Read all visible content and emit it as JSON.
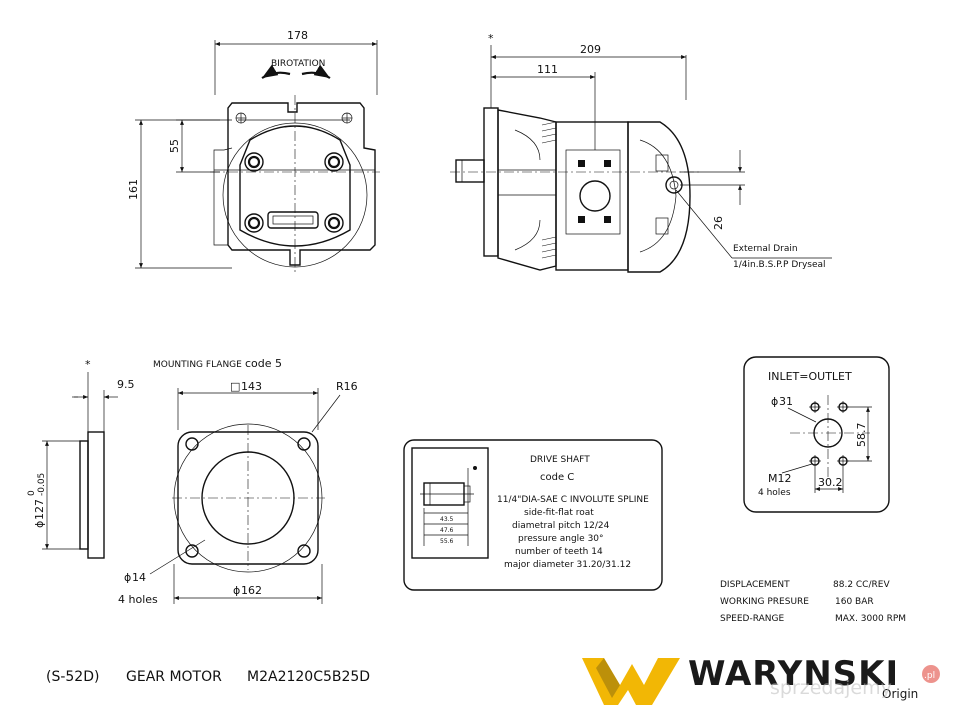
{
  "front_view": {
    "width_dim": "178",
    "height_dim": "161",
    "offset_dim": "55",
    "rotation_label": "BIROTATION"
  },
  "side_view": {
    "dim_total": "209",
    "dim_partial": "111",
    "dim_drain": "26",
    "drain_label_1": "External Drain",
    "drain_label_2": "1/4in.B.S.P.P Dryseal",
    "datum_mark": "*"
  },
  "flange_view": {
    "title": "MOUNTING FLANGE",
    "code": "code 5",
    "square_dim": "143",
    "radius": "R16",
    "thickness": "9.5",
    "pilot_dia": "127",
    "pilot_tol_top": "0",
    "pilot_tol_bottom": "-0.05",
    "hole_dia": "14",
    "hole_count": "4 holes",
    "bolt_circle": "162",
    "datum_mark": "*"
  },
  "shaft_box": {
    "title": "DRIVE SHAFT",
    "code": "code C",
    "spec_lines": [
      "11/4\"DIA-SAE C  INVOLUTE SPLINE",
      "side-fit-flat roat",
      "diametral pitch  12/24",
      "pressure angle  30°",
      "number of teeth  14",
      "major diameter  31.20/31.12"
    ],
    "dims": [
      "43.5",
      "47.6",
      "55.6"
    ]
  },
  "port_box": {
    "title": "INLET=OUTLET",
    "port_dia": "31",
    "thread": "M12",
    "holes": "4 holes",
    "dim_h": "30.2",
    "dim_v": "58.7"
  },
  "specs": [
    {
      "label": "DISPLACEMENT",
      "value": "88.2 CC/REV"
    },
    {
      "label": "WORKING PRESURE",
      "value": "160 BAR"
    },
    {
      "label": "SPEED-RANGE",
      "value": "MAX. 3000  RPM"
    }
  ],
  "footer": {
    "title_code": "(S-52D)",
    "title_name": "GEAR MOTOR",
    "model": "M2A2120C5B25D"
  },
  "brand": {
    "name": "WARYNSKI",
    "sub": "Origin",
    "colors": {
      "gold": "#f2b705",
      "dark": "#1a1a1a",
      "red": "#e03c31"
    }
  },
  "watermark": {
    "text": "sprzedajemy",
    "suffix": ".pl"
  },
  "symbols": {
    "diameter": "ϕ",
    "square": "□"
  }
}
